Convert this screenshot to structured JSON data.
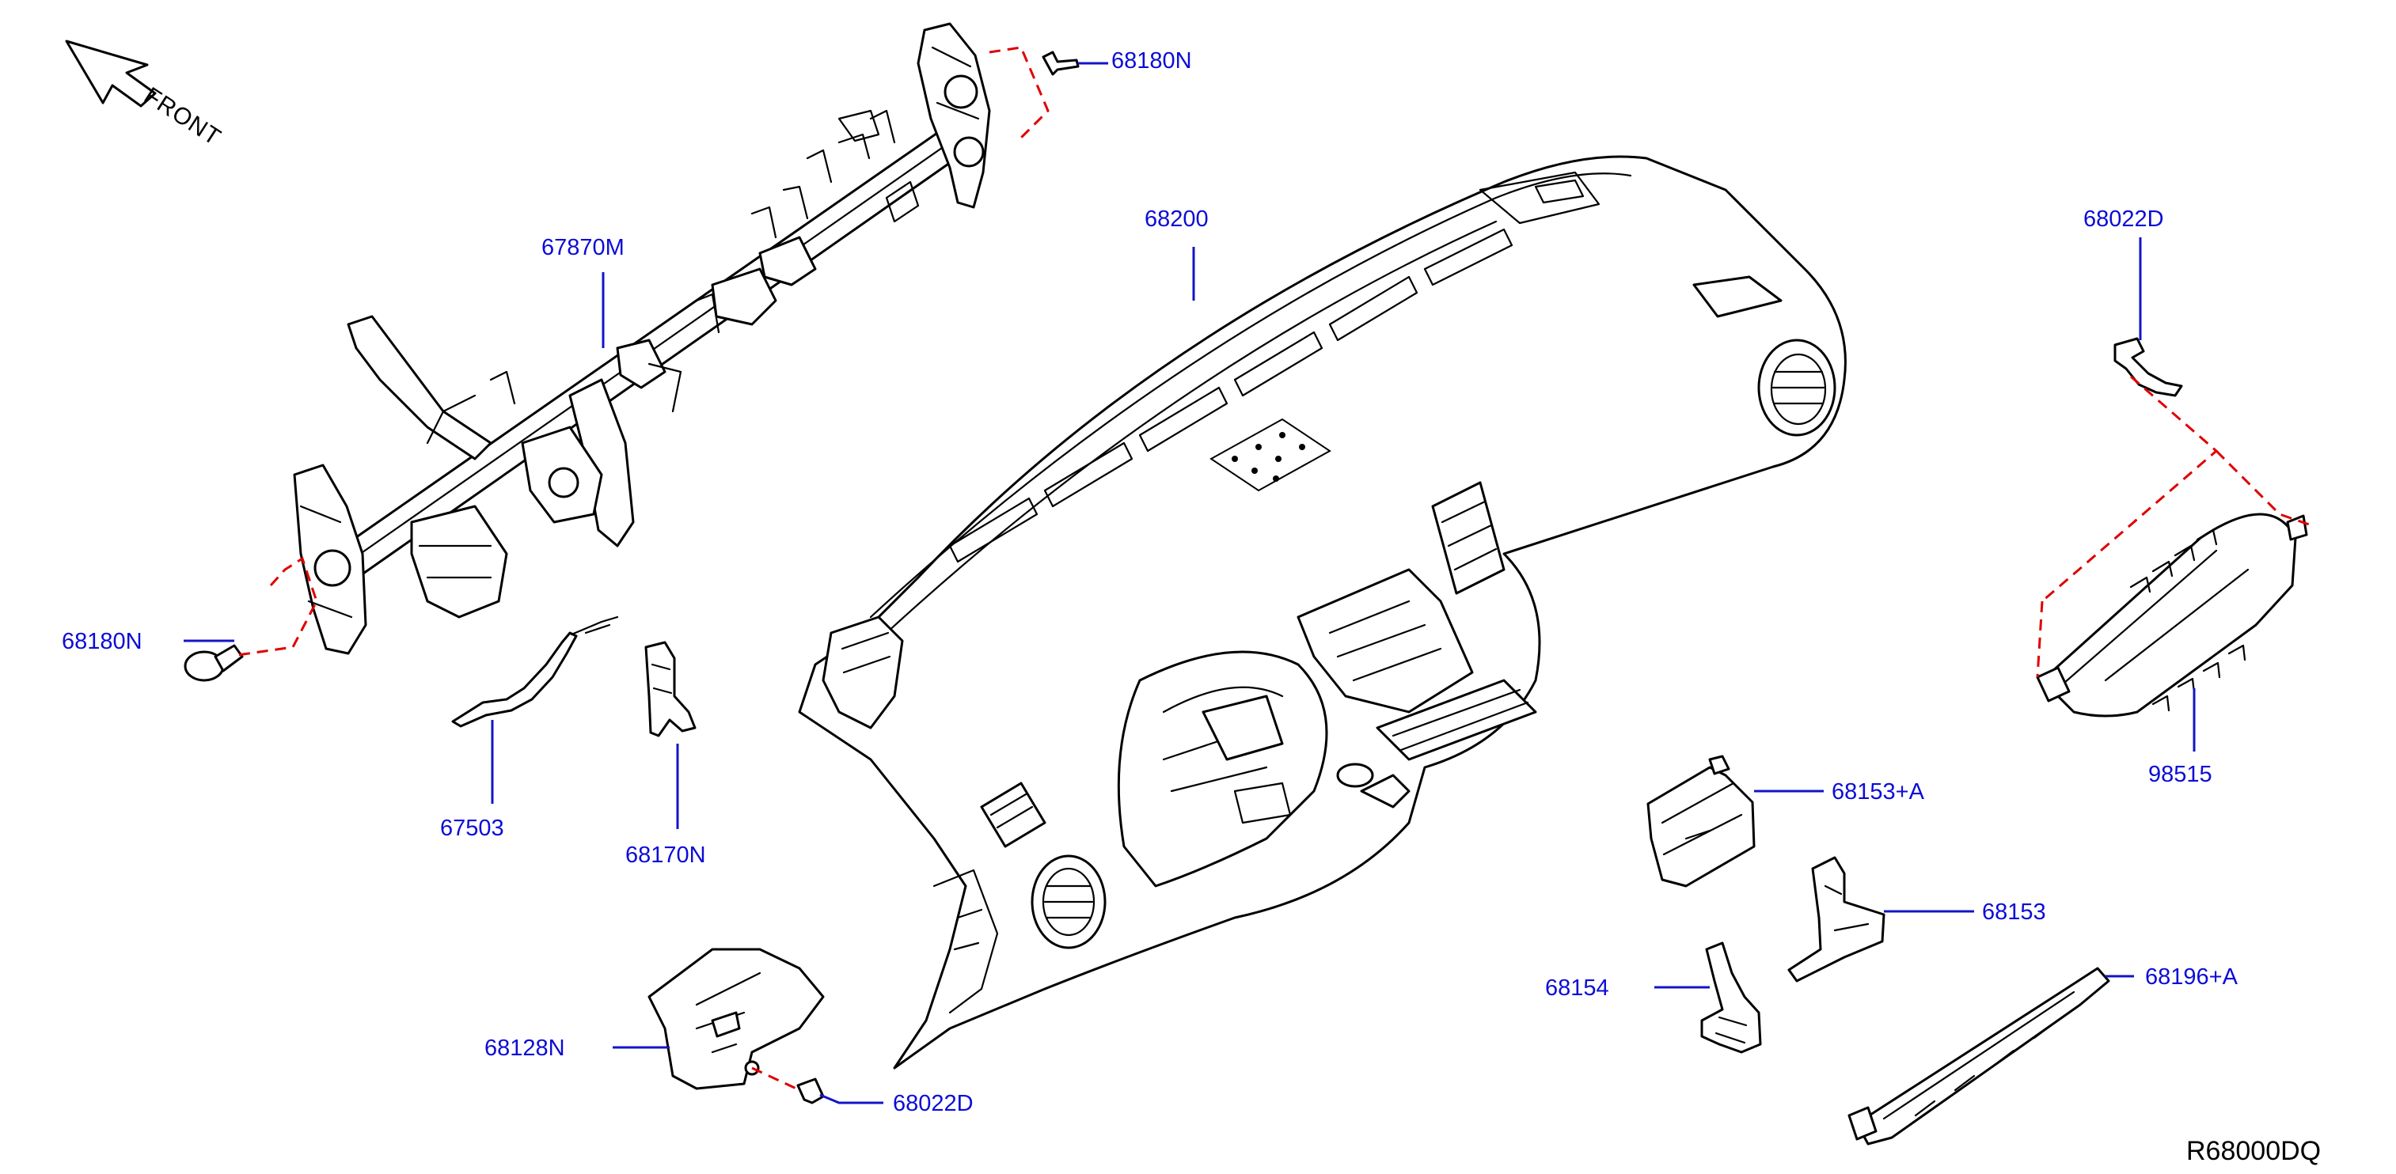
{
  "diagram": {
    "orientation_label": "FRONT",
    "diagram_code": "R68000DQ",
    "colors": {
      "label_text": "#0c0cd8",
      "leader_line": "#1414c8",
      "fastener_dash": "#e00000",
      "linework": "#000000",
      "background": "#ffffff"
    },
    "parts": [
      {
        "key": "p68180N_top",
        "label": "68180N"
      },
      {
        "key": "p67870M",
        "label": "67870M"
      },
      {
        "key": "p68200",
        "label": "68200"
      },
      {
        "key": "p68022D_right",
        "label": "68022D"
      },
      {
        "key": "p68180N_left",
        "label": "68180N"
      },
      {
        "key": "p98515",
        "label": "98515"
      },
      {
        "key": "p68153A",
        "label": "68153+A"
      },
      {
        "key": "p67503",
        "label": "67503"
      },
      {
        "key": "p68170N",
        "label": "68170N"
      },
      {
        "key": "p68153",
        "label": "68153"
      },
      {
        "key": "p68154",
        "label": "68154"
      },
      {
        "key": "p68196A",
        "label": "68196+A"
      },
      {
        "key": "p68128N",
        "label": "68128N"
      },
      {
        "key": "p68022D_bottom",
        "label": "68022D"
      }
    ]
  }
}
